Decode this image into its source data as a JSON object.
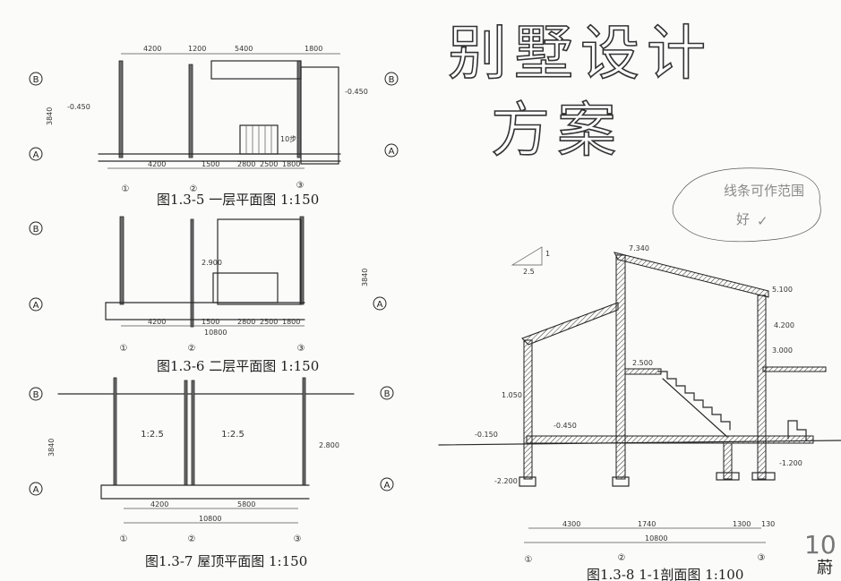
{
  "title": {
    "line1": "别墅设计",
    "line2": "方案"
  },
  "annotation": {
    "line1": "线条可作范围",
    "line2": "好",
    "check": "✓"
  },
  "page_number": "10",
  "signature": "蔚",
  "plan1": {
    "caption": "图1.3-5 一层平面图 1:150",
    "top_dims": [
      "4200",
      "1200",
      "5400",
      "1800"
    ],
    "bottom_dims": [
      "4200",
      "1500",
      "2800",
      "2500",
      "1800"
    ],
    "side_dim": "3840",
    "elevation_left": "-0.450",
    "elevation_right": "-0.450",
    "stair_label": "10步",
    "axes": [
      "①",
      "②",
      "③"
    ],
    "rows": [
      "B",
      "A"
    ]
  },
  "plan2": {
    "caption": "图1.3-6 二层平面图 1:150",
    "bottom_dims": [
      "4200",
      "1500",
      "2800",
      "2500",
      "1800"
    ],
    "total_dim": "10800",
    "side_dim": "3840",
    "elevation": "2.900",
    "axes": [
      "①",
      "②",
      "③"
    ],
    "rows": [
      "B",
      "A"
    ]
  },
  "plan3": {
    "caption": "图1.3-7 屋顶平面图 1:150",
    "slope_left": "1:2.5",
    "slope_right": "1:2.5",
    "dims": [
      "4200",
      "5800"
    ],
    "total_dim": "10800",
    "side_dim": "3840",
    "elevation": "2.800",
    "axes": [
      "①",
      "②",
      "③"
    ],
    "rows": [
      "B",
      "A"
    ]
  },
  "section": {
    "caption": "图1.3-8 1-1剖面图 1:100",
    "slope": "2.5",
    "slope_rise": "1",
    "elevations": [
      "7.340",
      "5.100",
      "4.200",
      "3.000",
      "2.500",
      "1.050",
      "-0.450",
      "-0.150",
      "-1.200",
      "-2.200"
    ],
    "dims": [
      "4300",
      "1740",
      "1300",
      "130"
    ],
    "total_dim": "10800",
    "axes": [
      "①",
      "②",
      "③"
    ]
  }
}
